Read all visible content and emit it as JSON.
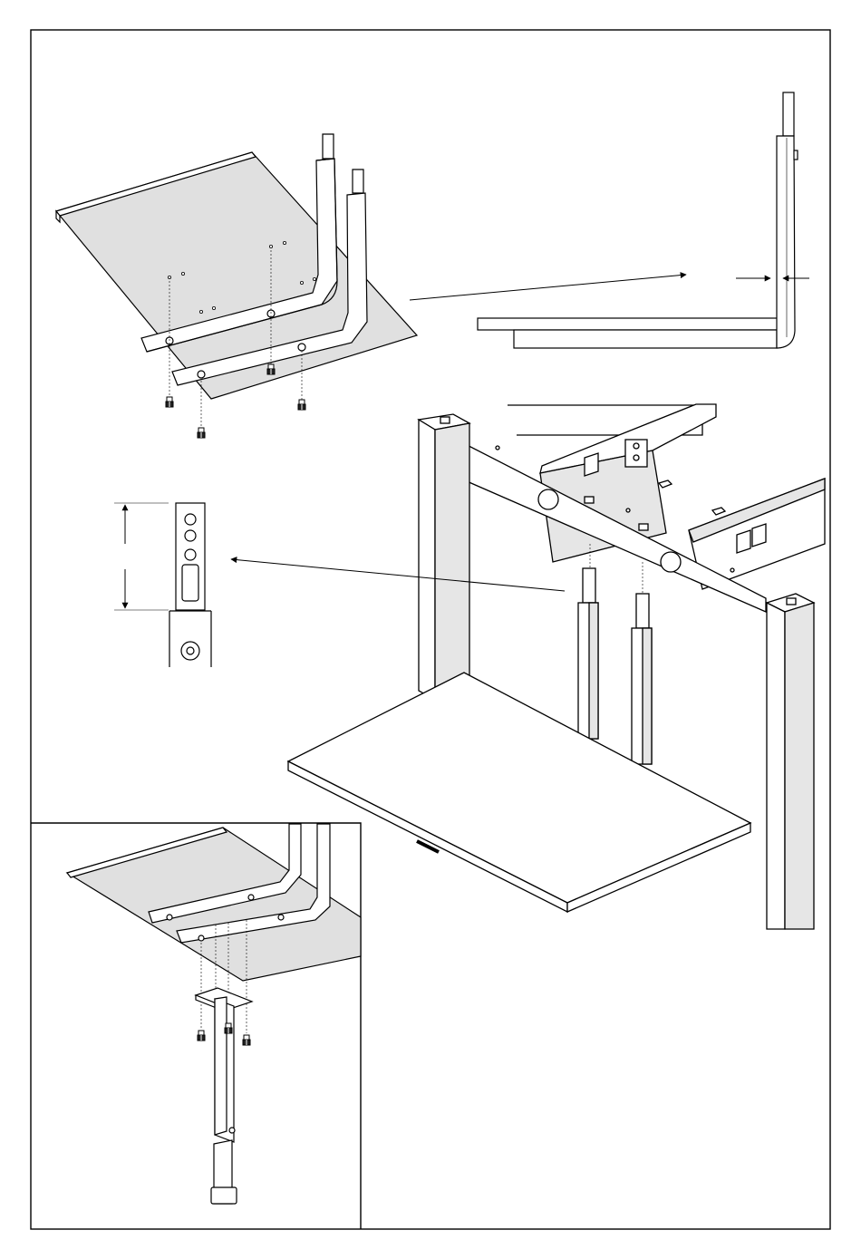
{
  "page": {
    "title": "",
    "text_labels": []
  },
  "colors": {
    "line": "#000000",
    "panel_fill": "#e0e0e0",
    "shade": "#e6e6e6",
    "background": "#ffffff"
  },
  "steps": [
    {
      "id": "attach-support-rails-to-panel",
      "view": "exploded"
    },
    {
      "id": "rail-edge-alignment-detail",
      "view": "detail"
    },
    {
      "id": "leg-height-adjustment",
      "view": "assembly"
    },
    {
      "id": "post-hole-detail",
      "view": "detail"
    },
    {
      "id": "attach-leg-to-rail",
      "view": "inset"
    }
  ]
}
